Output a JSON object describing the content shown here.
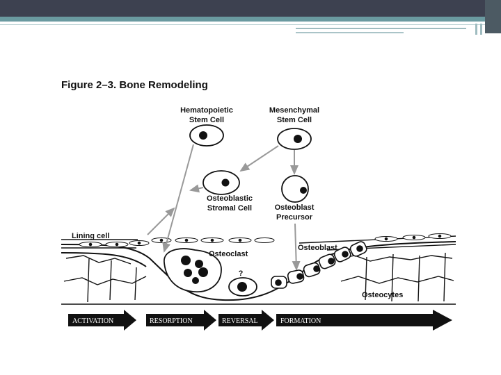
{
  "figure": {
    "title": "Figure 2–3. Bone Remodeling",
    "labels": {
      "hsc_line1": "Hematopoietic",
      "hsc_line2": "Stem Cell",
      "msc_line1": "Mesenchymal",
      "msc_line2": "Stem Cell",
      "stromal_line1": "Osteoblastic",
      "stromal_line2": "Stromal Cell",
      "precursor_line1": "Osteoblast",
      "precursor_line2": "Precursor",
      "lining_cell": "Lining cell",
      "osteoclast": "Osteoclast",
      "osteoblast": "Osteoblast",
      "unknown": "?",
      "osteocytes": "Osteocytes"
    },
    "phases": [
      "ACTIVATION",
      "RESORPTION",
      "REVERSAL",
      "FORMATION"
    ]
  },
  "theme": {
    "topbar_color": "#3d4150",
    "accent_teal": "#6a9aa0",
    "arrow_color": "#999999"
  }
}
